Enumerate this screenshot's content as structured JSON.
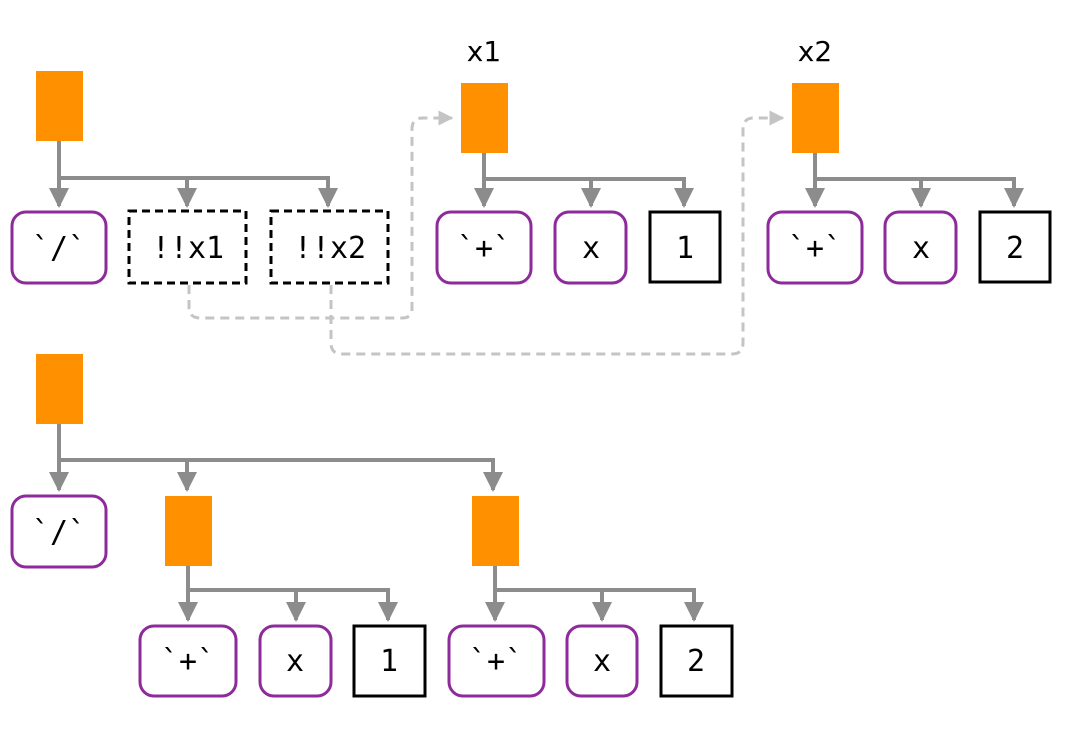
{
  "colors": {
    "call_node": "#ff9000",
    "symbol_border": "#8e2b9b",
    "constant_border": "#000000",
    "unquote_border": "#000000",
    "edge": "#8c8c8c",
    "unquote_link": "#c4c4c4"
  },
  "top": {
    "main_tree": {
      "function": "`/`",
      "args": [
        "!!x1",
        "!!x2"
      ]
    },
    "x1_tree": {
      "label": "x1",
      "function": "`+`",
      "symbol": "x",
      "constant": "1"
    },
    "x2_tree": {
      "label": "x2",
      "function": "`+`",
      "symbol": "x",
      "constant": "2"
    }
  },
  "bottom": {
    "function": "`/`",
    "left_call": {
      "function": "`+`",
      "symbol": "x",
      "constant": "1"
    },
    "right_call": {
      "function": "`+`",
      "symbol": "x",
      "constant": "2"
    }
  }
}
